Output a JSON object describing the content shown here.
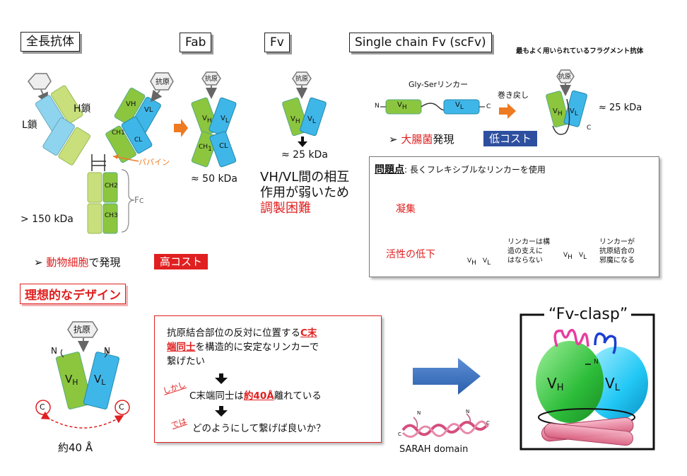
{
  "sections": {
    "full_antibody": {
      "title": "全長抗体",
      "heavy_chain": "H鎖",
      "light_chain": "L鎖",
      "papain": "パパイン",
      "fc": "Fc",
      "ch2": "CH2",
      "ch3": "CH3",
      "vh": "VH",
      "vl": "VL",
      "ch1": "CH1",
      "cl": "CL",
      "antigen": "抗原",
      "size": "> 150 kDa",
      "expression": "動物細胞で発現",
      "cost": "高コスト"
    },
    "fab": {
      "title": "Fab",
      "antigen": "抗原",
      "size": "≈ 50 kDa"
    },
    "fv": {
      "title": "Fv",
      "antigen": "抗原",
      "size": "≈ 25 kDa",
      "note_line1": "VH/VL間の相互",
      "note_line2": "作用が弱いため",
      "note_line3": "調製困難"
    },
    "scfv": {
      "title": "Single chain Fv (scFv)",
      "caption": "最もよく用いられているフラグメント抗体",
      "linker_label": "Gly-Serリンカー",
      "n_label": "N",
      "c_label": "C",
      "rewind": "巻き戻し",
      "antigen": "抗原",
      "size": "≈ 25 kDa",
      "expression_red": "大腸菌",
      "expression_rest": "発現",
      "cost": "低コスト"
    },
    "problems": {
      "heading": "問題点",
      "heading_rest": ": 長くフレキシブルなリンカーを使用",
      "aggregation": "凝集",
      "activity_loss": "活性の低下",
      "note1_line1": "リンカーは構",
      "note1_line2": "造の支えに",
      "note1_line3": "はならない",
      "note2_line1": "リンカーが",
      "note2_line2": "抗原結合の",
      "note2_line3": "邪魔になる"
    },
    "ideal": {
      "title": "理想的なデザイン",
      "antigen": "抗原",
      "n_label": "N",
      "c_label": "C",
      "distance": "約40 Å",
      "text_line1": "抗原結合部位の反対に位置するC末",
      "text_line2": "端同士を構造的に安定なリンカーで",
      "text_line3": "繋げたい",
      "however": "しかし",
      "text_line4": "C末端同士は約40Å離れている",
      "then": "では",
      "text_line5": "どのようにして繋げば良いか？",
      "sarah": "SARAH domain"
    },
    "fv_clasp": {
      "title": "“Fv-clasp”",
      "vh": "VH",
      "vl": "VL",
      "n_label": "N"
    }
  },
  "colors": {
    "green": "#8cc63e",
    "light_green": "#c8df7c",
    "blue": "#3fb6e8",
    "light_blue": "#8fd4ef",
    "red": "#e02020",
    "orange": "#ee7a22",
    "dark_blue_badge": "#2e4fa0"
  }
}
